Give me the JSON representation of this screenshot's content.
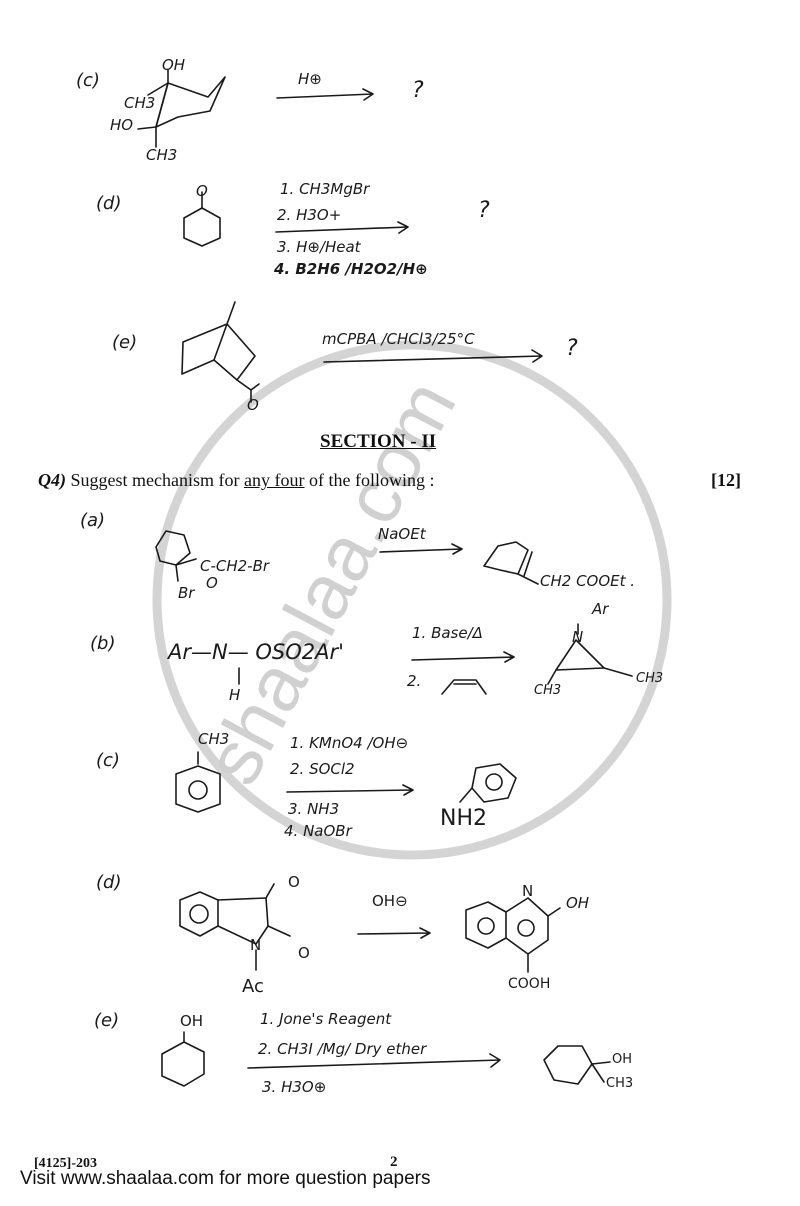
{
  "watermark": {
    "text": "shaalaa.com",
    "color": "#d0d0d0"
  },
  "part1": {
    "c": {
      "label": "(c)",
      "reagent": "H⊕",
      "product": "?",
      "substrate_labels": {
        "oh": "OH",
        "ch3_top": "CH3",
        "ho": "HO",
        "ch3_bottom": "CH3"
      }
    },
    "d": {
      "label": "(d)",
      "reagents": [
        "1. CH3MgBr",
        "2. H3O+",
        "3. H⊕/Heat",
        "4. B2H6 /H2O2/H⊕"
      ],
      "product": "?",
      "substrate_labels": {
        "o": "O"
      }
    },
    "e": {
      "label": "(e)",
      "reagent": "mCPBA /CHCl3/25°C",
      "product": "?",
      "substrate_labels": {
        "o": "O"
      }
    }
  },
  "section": {
    "title": "SECTION - II",
    "question": {
      "number": "Q4)",
      "text_before": "Suggest mechanism for ",
      "underlined": "any four",
      "text_after": " of the following :",
      "marks": "[12]"
    }
  },
  "part2": {
    "a": {
      "label": "(a)",
      "substrate": "C-CH2-Br",
      "substrate_o": "O",
      "substrate_br": "Br",
      "reagent": "NaOEt",
      "product": "CH2 COOEt ."
    },
    "b": {
      "label": "(b)",
      "substrate": "Ar—N— OSO2Ar'",
      "substrate_h": "H",
      "reagents": [
        "1. Base/Δ",
        "2."
      ],
      "product_labels": {
        "ar": "Ar",
        "n": "N",
        "ch3_left": "CH3",
        "ch3_right": "CH3"
      }
    },
    "c": {
      "label": "(c)",
      "substrate_label": "CH3",
      "reagents": [
        "1. KMnO4 /OH⊖",
        "2. SOCl2",
        "3. NH3",
        "4. NaOBr"
      ],
      "product_label": "NH2"
    },
    "d": {
      "label": "(d)",
      "reagent": "OH⊖",
      "substrate_labels": {
        "o_top": "O",
        "o_right": "O",
        "n": "N",
        "ac": "Ac"
      },
      "product_labels": {
        "n": "N",
        "oh": "OH",
        "cooh": "COOH"
      }
    },
    "e": {
      "label": "(e)",
      "substrate_label": "OH",
      "reagents": [
        "1. Jone's Reagent",
        "2. CH3I /Mg/ Dry ether",
        "3. H3O⊕"
      ],
      "product_labels": {
        "oh": "OH",
        "ch3": "CH3"
      }
    }
  },
  "footer": {
    "code": "[4125]-203",
    "page": "2",
    "visit": "Visit www.shaalaa.com for more question papers"
  }
}
